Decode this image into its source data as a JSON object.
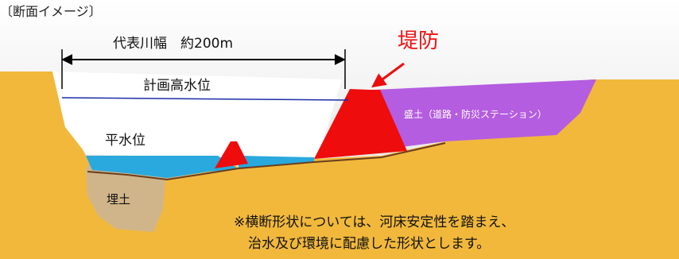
{
  "heading": "〔断面イメージ〕",
  "labels": {
    "river_width": "代表川幅　約200m",
    "planned_high_water": "計画高水位",
    "normal_water": "平水位",
    "levee": "堤防",
    "embankment": "盛土（道路・防災ステーション）",
    "backfill": "埋土"
  },
  "notes": [
    "※横断形状については、河床安定性を踏まえ、",
    "治水及び環境に配慮した形状とします。"
  ],
  "colors": {
    "sky_top": "#ffffff",
    "sky_bottom": "#dcdcdc",
    "ground": "#f1b83c",
    "water": "#29a9dd",
    "backfill": "#d1b58a",
    "levee": "#ee0c0c",
    "embankment": "#b45de0",
    "bed_line": "#6b3d1e",
    "water_line": "#1c2ca8",
    "levee_label": "#ee1111"
  }
}
